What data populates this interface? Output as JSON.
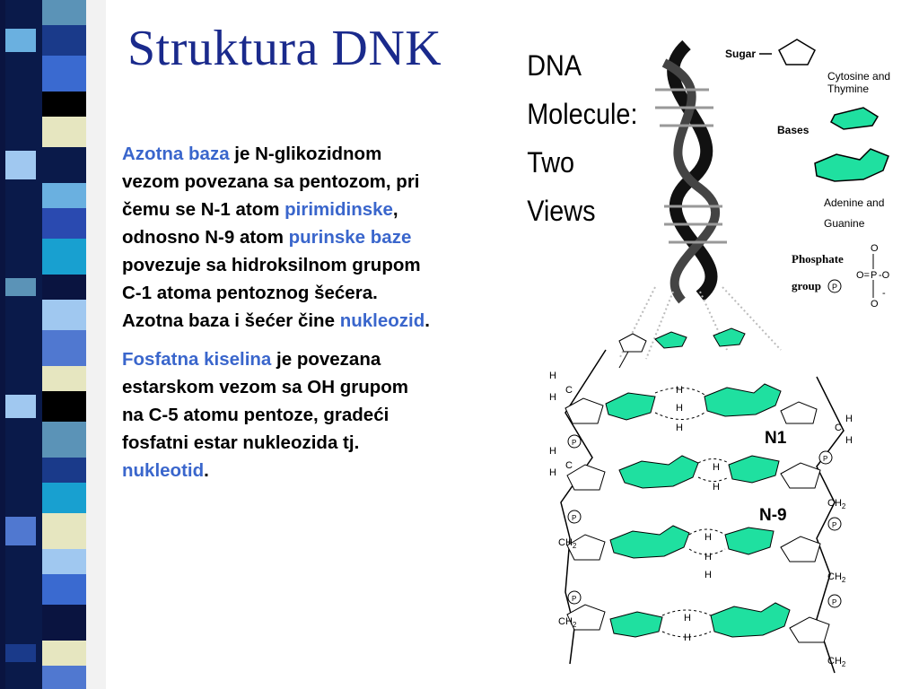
{
  "slide": {
    "title": "Struktura DNK",
    "paragraph1": {
      "t1": "Azotna baza",
      "t2": " je N-glikozidnom vezom povezana sa pentozom, pri čemu se N-1 atom ",
      "t3": "pirimidinske",
      "t4": ", odnosno N-9 atom ",
      "t5": "purinske baze",
      "t6": " povezuje sa hidroksilnom grupom C-1 atoma pentoznog šećera. Azotna baza i šećer čine ",
      "t7": "nukleozid",
      "t8": "."
    },
    "paragraph2": {
      "t1": "Fosfatna kiselina",
      "t2": " je povezana estarskom vezom sa OH grupom na C-5 atomu pentoze, gradeći fosfatni estar nukleozida tj. ",
      "t3": "nukleotid",
      "t4": "."
    },
    "highlight_color": "#3a66cc",
    "title_color": "#1a2a8c"
  },
  "figure": {
    "heading": [
      "DNA",
      "Molecule:",
      "Two",
      "Views"
    ],
    "legend": {
      "sugar": "Sugar",
      "bases": "Bases",
      "cytosine_thymine": [
        "Cytosine and",
        "Thymine"
      ],
      "adenine_guanine": [
        "Adenine and",
        "Guanine"
      ],
      "phosphate": [
        "Phosphate",
        "group"
      ],
      "phosphate_symbol": "P",
      "phosphate_formula": {
        "o_top": "O",
        "o_left": "O=",
        "p": "P",
        "o_right": "-O",
        "o_bottom": "O",
        "minus": "-"
      }
    },
    "atoms": {
      "h": "H",
      "c": "C",
      "ch2": "CH",
      "sub2": "2",
      "p": "P"
    },
    "labels": {
      "n1": "N1",
      "n9": "N-9"
    },
    "accent_color": "#1fe0a0"
  }
}
